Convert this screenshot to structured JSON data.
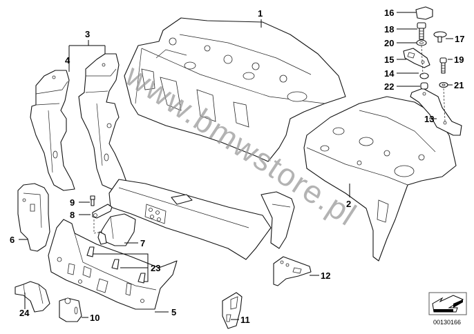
{
  "diagram": {
    "title": "Rear body panel / parcel shelf parts diagram",
    "watermark": "www.bmwstore.pl",
    "reference_code": "00130166",
    "orientation_icon": "arrow-direction-icon",
    "callouts": [
      {
        "id": "1",
        "part": "rear-panel-upper"
      },
      {
        "id": "2",
        "part": "parcel-shelf"
      },
      {
        "id": "3",
        "part": "pillar-bracket-set"
      },
      {
        "id": "4",
        "part": "left-pillar-bracket"
      },
      {
        "id": "5",
        "part": "lower-crossmember"
      },
      {
        "id": "6",
        "part": "side-support-bracket"
      },
      {
        "id": "7",
        "part": "mounting-bracket"
      },
      {
        "id": "8",
        "part": "holder-plate"
      },
      {
        "id": "9",
        "part": "bolt"
      },
      {
        "id": "10",
        "part": "clamp-bracket"
      },
      {
        "id": "11",
        "part": "small-clip-bracket"
      },
      {
        "id": "12",
        "part": "angle-bracket"
      },
      {
        "id": "13",
        "part": "support-bracket"
      },
      {
        "id": "14",
        "part": "nut"
      },
      {
        "id": "15",
        "part": "clamping-plate"
      },
      {
        "id": "16",
        "part": "cap"
      },
      {
        "id": "17",
        "part": "screw"
      },
      {
        "id": "18",
        "part": "hex-bolt"
      },
      {
        "id": "19",
        "part": "collar-screw"
      },
      {
        "id": "20",
        "part": "washer"
      },
      {
        "id": "21",
        "part": "washer-small"
      },
      {
        "id": "22",
        "part": "spacer-nut"
      },
      {
        "id": "23",
        "part": "clip"
      },
      {
        "id": "24",
        "part": "reinforcement"
      }
    ]
  }
}
